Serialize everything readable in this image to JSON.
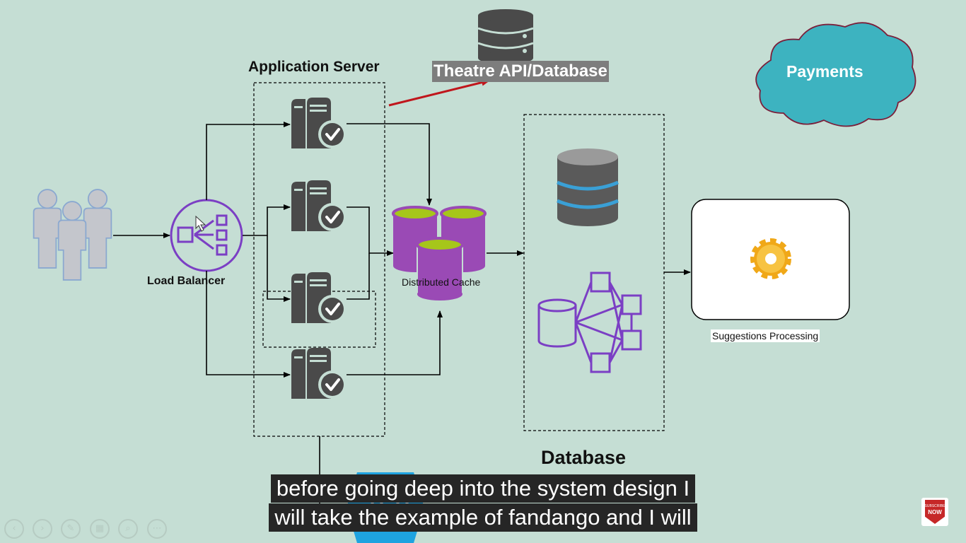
{
  "diagram": {
    "app_server_label": "Application Server",
    "load_balancer_label": "Load Balancer",
    "cache_label": "Distributed Cache",
    "database_label": "Database",
    "theatre_label": "Theatre API/Database",
    "payments_label": "Payments",
    "suggestions_label": "Suggestions Processing"
  },
  "subtitles": {
    "line1": "before going deep into the system design I",
    "line2": "will take the example of fandango and I will"
  },
  "player_controls": [
    {
      "name": "previous-slide-button",
      "icon": "‹"
    },
    {
      "name": "next-slide-button",
      "icon": "›"
    },
    {
      "name": "pen-tool-button",
      "icon": "✎"
    },
    {
      "name": "slides-view-button",
      "icon": "▦"
    },
    {
      "name": "zoom-button",
      "icon": "⌕"
    },
    {
      "name": "more-options-button",
      "icon": "⋯"
    }
  ],
  "subscribe_badge": {
    "small_text": "SUBSCRIBE",
    "big_text": "NOW"
  },
  "colors": {
    "background": "#c5ded4",
    "server_gray": "#4a4a4a",
    "purple": "#7b3fc4",
    "cache_purple": "#9a4ab5",
    "cache_top": "#a6c61a",
    "arrow_red": "#c0161c",
    "cloud_teal": "#3db3c0"
  }
}
